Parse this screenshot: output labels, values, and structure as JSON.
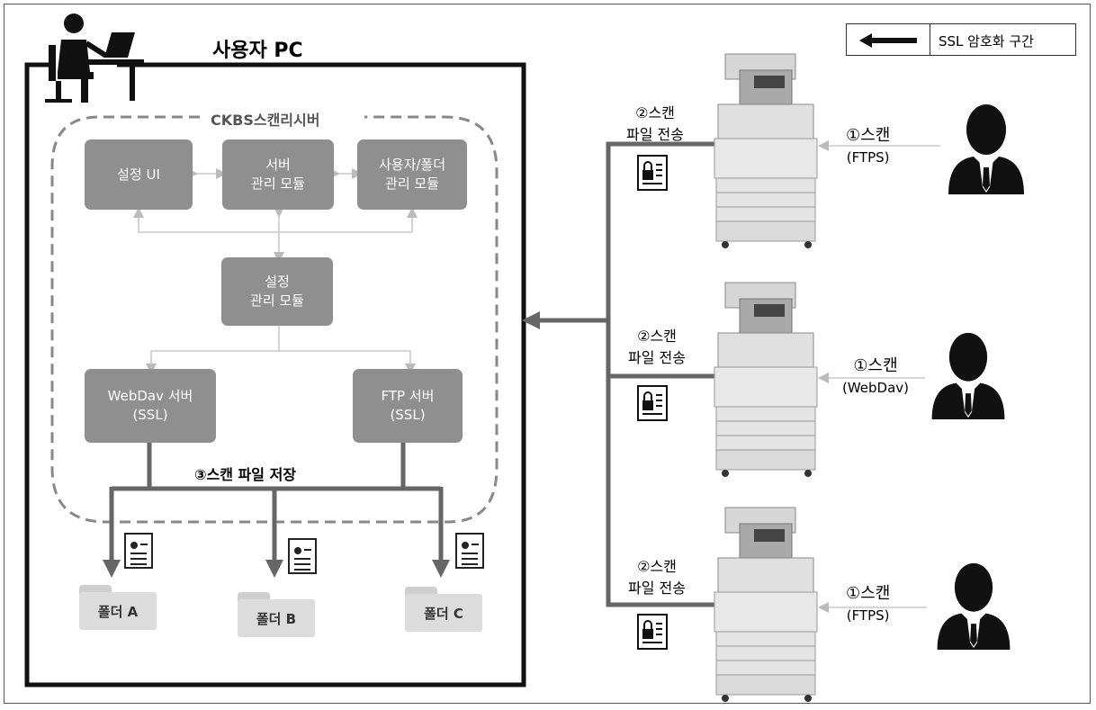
{
  "title": "사용자 PC",
  "legend": {
    "label": "SSL 암호화 구간"
  },
  "server_group": "CKBS스캔리시버",
  "modules": {
    "ui": [
      "설정 UI"
    ],
    "server_mgmt": [
      "서버",
      "관리 모듈"
    ],
    "user_folder_mgmt": [
      "사용자/폴더",
      "관리 모듈"
    ],
    "settings_mgmt": [
      "설정",
      "관리 모듈"
    ],
    "webdav": [
      "WebDav 서버",
      "(SSL)"
    ],
    "ftp": [
      "FTP 서버",
      "(SSL)"
    ]
  },
  "save_step": "③스캔 파일 저장",
  "folders": [
    "폴더 A",
    "폴더 B",
    "폴더 C"
  ],
  "devices": [
    {
      "transfer_step": "②스캔",
      "transfer_label": "파일 전송",
      "scan_step": "①스캔",
      "protocol": "(FTPS)"
    },
    {
      "transfer_step": "②스캔",
      "transfer_label": "파일 전송",
      "scan_step": "①스캔",
      "protocol": "(WebDav)"
    },
    {
      "transfer_step": "②스캔",
      "transfer_label": "파일 전송",
      "scan_step": "①스캔",
      "protocol": "(FTPS)"
    }
  ],
  "icons": [
    "user-at-desk-icon",
    "arrow-left-icon",
    "document-icon",
    "locked-document-icon",
    "folder-icon",
    "printer-icon",
    "person-icon"
  ],
  "colors": {
    "module_fill": "#8f8f8f",
    "connector": "#666666",
    "thin_arrow": "#c8c8c8",
    "dashed": "#888888"
  }
}
